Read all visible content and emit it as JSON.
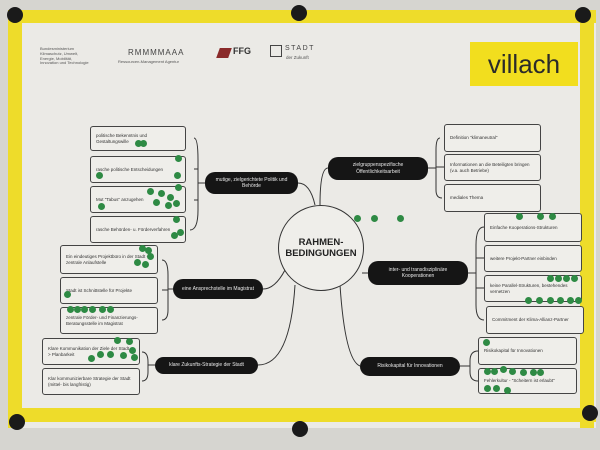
{
  "logos": {
    "ministry": "Bundesministerium Klimaschutz, Umwelt, Energie, Mobilität, Innovation und Technologie",
    "rm": "RMMMMAAA",
    "rm_sub": "Ressourcen-Management Agentur",
    "ffg": "FFG",
    "stadt": "STADT",
    "stadt_sub": "der Zukunft",
    "villach": "villach"
  },
  "center": "RAHMEN-\nBEDINGUNGEN",
  "branches": [
    {
      "label": "mutige, zielgerichtete Politik und Behörde",
      "leaves": [
        "politische Bekenntnis und Gestaltungswille",
        "rasche politische Entscheidungen",
        "Mut \"Tabus\" anzugehen",
        "rasche Behörden- u. Förderverfahren"
      ]
    },
    {
      "label": "zielgruppenspezifische Öffentlichkeitsarbeit",
      "leaves": [
        "Definition \"klimaneutral\"",
        "Informationen an die Beteiligten bringen (v.a. auch Betriebe)",
        "mediales Thema"
      ]
    },
    {
      "label": "eine Ansprechstelle im Magistrat",
      "leaves": [
        "Ein eindeutiges Projektbüro in der Stadt -> zentrale Anlaufstelle",
        "Stadt ist Schnittstelle für Projekte",
        "zentrale Förder- und Finanzierungs-Beratungsstelle im Magistrat"
      ]
    },
    {
      "label": "inter- und transdisziplinäre Kooperationen",
      "leaves": [
        "Einfache Kooperations-Strukturen",
        "weitere Projekt-Partner einbinden",
        "keine Parallel-Strukturen, bestehendes vernetzen",
        "Commitment der Klima-Allianz-Partner"
      ]
    },
    {
      "label": "klare Zukunfts-Strategie der Stadt",
      "leaves": [
        "Klare Kommunikation der Ziele der Stadt -> Planbarkeit",
        "Klar kommunizierbare Strategie der Stadt (mittel- bis langfristig)"
      ]
    },
    {
      "label": "Risikokapital für Innovationen",
      "leaves": [
        "Risikokapital für Innovationen",
        "Fehlerkultur - \"Scheitern ist erlaubt\""
      ]
    }
  ],
  "colors": {
    "frame": "#eedc2a",
    "dot": "#2e8a44",
    "node": "#151515"
  }
}
